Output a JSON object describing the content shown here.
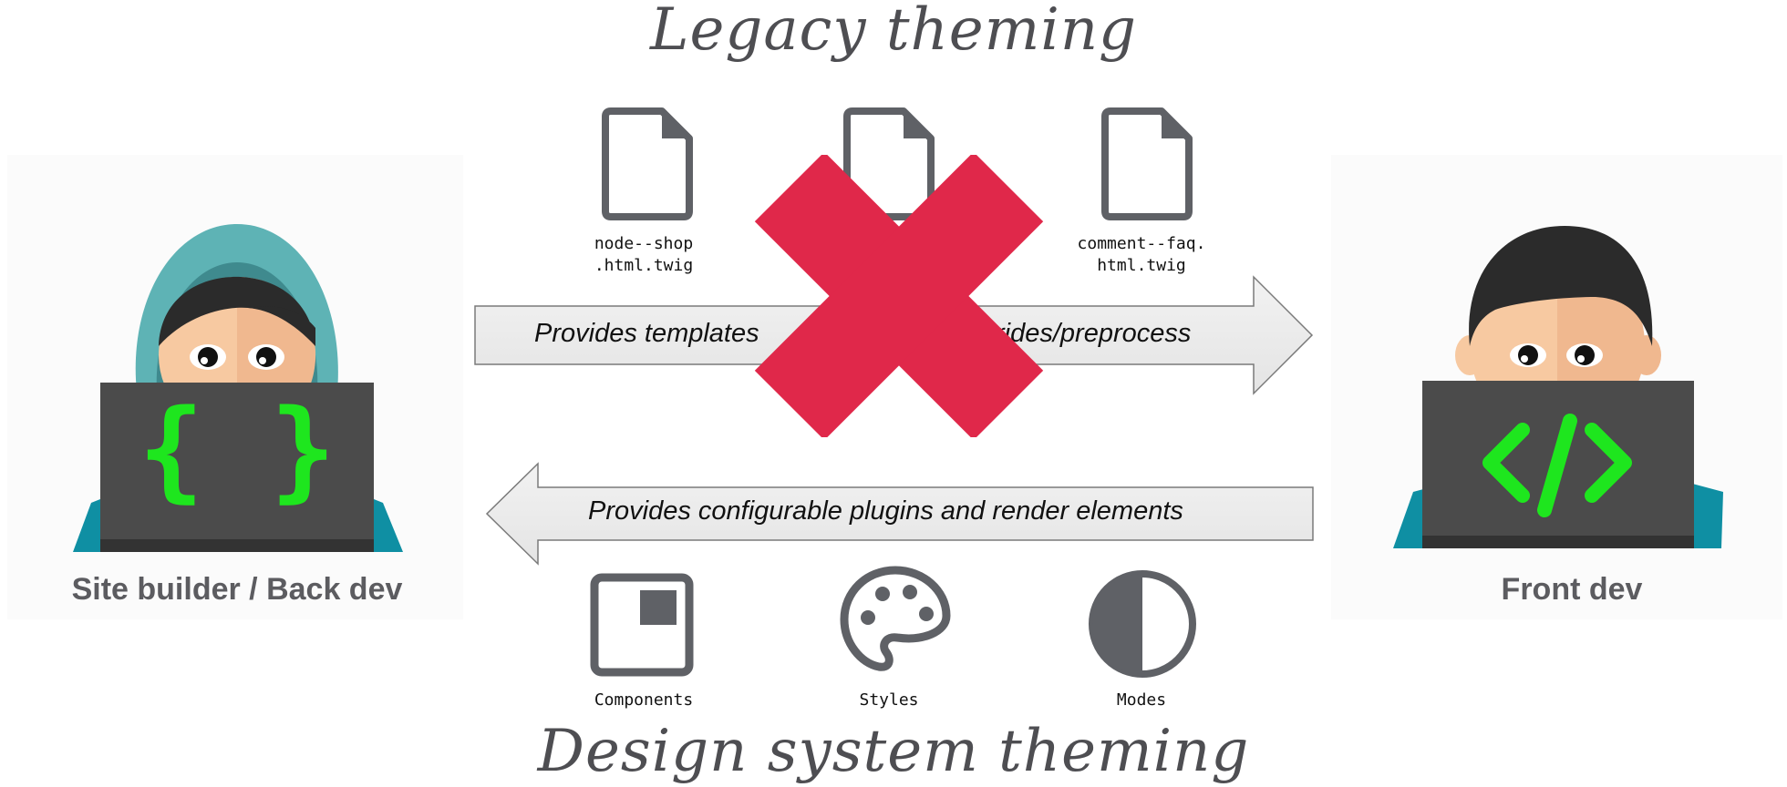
{
  "titles": {
    "top": "Legacy theming",
    "bottom": "Design system theming"
  },
  "files": [
    {
      "line1": "node--shop",
      "line2": ".html.twig"
    },
    {
      "line1": "",
      "line2": ""
    },
    {
      "line1": "comment--faq.",
      "line2": "html.twig"
    }
  ],
  "arrows": {
    "top_left": "Provides templates",
    "top_right": "rides/preprocess",
    "bottom": "Provides configurable plugins and render elements"
  },
  "people": {
    "left": "Site builder / Back dev",
    "right": "Front dev"
  },
  "left_screen_symbol": "{ }",
  "bottom_icons": [
    {
      "label": "Components",
      "icon": "component-icon"
    },
    {
      "label": "Styles",
      "icon": "palette-icon"
    },
    {
      "label": "Modes",
      "icon": "contrast-icon"
    }
  ],
  "colors": {
    "cross": "#e0284a",
    "icon_gray": "#5f6166",
    "code_green": "#1ee61e",
    "hood_teal": "#5eb3b5",
    "laptop": "#4b4b4b"
  }
}
